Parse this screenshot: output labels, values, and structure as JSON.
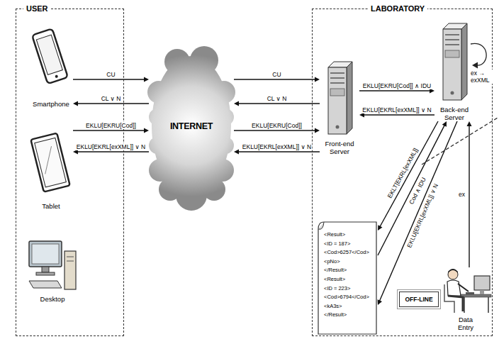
{
  "diagram": {
    "nodes": [
      {
        "text": [
          "USER"
        ]
      },
      {
        "text": [
          "Smartphone"
        ],
        "in": 0
      },
      {
        "text": [
          "Tablet"
        ],
        "in": 0
      },
      {
        "text": [
          "Desktop"
        ],
        "in": 0
      },
      {
        "text": [
          "INTERNET"
        ]
      },
      {
        "text": [
          "LABORATORY"
        ]
      },
      {
        "text": [
          "Front-end Server"
        ],
        "in": 5
      },
      {
        "text": [
          "Back-end Server"
        ],
        "in": 5
      },
      {
        "text": [
          "<Result>",
          "<ID = 187>",
          "<Cod>6257</Cod>",
          "<pNo>",
          "</Result>",
          "<Result>",
          "<ID = 223>",
          "<Cod>6794</Cod>",
          "<kA3s>",
          "</Result>"
        ],
        "in": 5
      },
      {
        "text": [
          "OFF-LINE"
        ],
        "in": 5
      },
      {
        "text": [
          "Data Entry"
        ],
        "in": 5
      }
    ],
    "edges": [
      {
        "from": 1,
        "to": 4,
        "label": "CU",
        "arrow": "to"
      },
      {
        "from": 4,
        "to": 1,
        "label": "CL ∨ N",
        "arrow": "to"
      },
      {
        "from": 2,
        "to": 4,
        "label": "EKLU[EKRU[Cod]]",
        "arrow": "to"
      },
      {
        "from": 4,
        "to": 2,
        "label": "EKLU[EKRL[exXML]] ∨ N",
        "arrow": "to"
      },
      {
        "from": 4,
        "to": 6,
        "label": "CU",
        "arrow": "to"
      },
      {
        "from": 6,
        "to": 4,
        "label": "CL ∨ N",
        "arrow": "to"
      },
      {
        "from": 4,
        "to": 6,
        "label": "EKLU[EKRU[Cod]]",
        "arrow": "to"
      },
      {
        "from": 6,
        "to": 4,
        "label": "EKLU[EKRL[exXML]] ∨ N",
        "arrow": "to"
      },
      {
        "from": 6,
        "to": 7,
        "label": "EKLU[EKRU[Cod]] ∧ IDU",
        "arrow": "to"
      },
      {
        "from": 7,
        "to": 6,
        "label": "EKLU[EKRL[exXML]] ∨ N",
        "arrow": "to"
      },
      {
        "from": 7,
        "to": 8,
        "label": "EKLT[EKRL[exXML]]",
        "arrow": "to"
      },
      {
        "from": 8,
        "to": 7,
        "label": "Cod ∧ IDU",
        "arrow": "to"
      },
      {
        "from": 7,
        "to": 8,
        "label": "EKLU[EKRL[exXML]] ∨ N",
        "arrow": "to"
      },
      {
        "from": 10,
        "to": 7,
        "label": "ex",
        "arrow": "to"
      }
    ],
    "labels": [
      "ex → exXML"
    ]
  }
}
